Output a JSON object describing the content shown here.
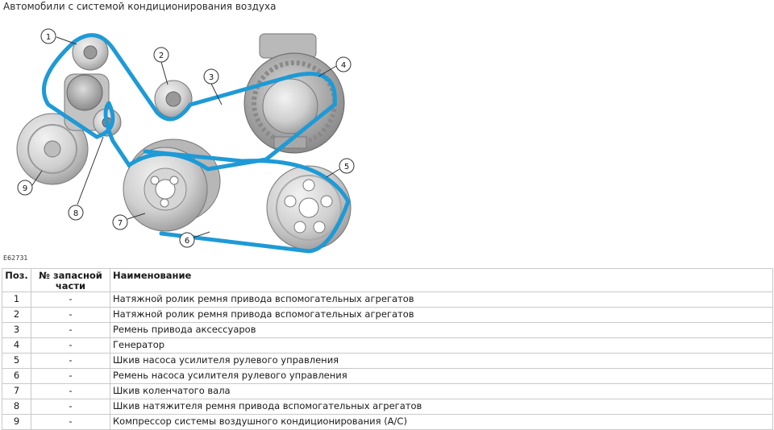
{
  "page_title": "Автомобили с системой кондиционирования воздуха",
  "figure_id": "E62731",
  "callouts": [
    "1",
    "2",
    "3",
    "4",
    "5",
    "6",
    "7",
    "8",
    "9"
  ],
  "belt_color": "#1e9ad6",
  "table": {
    "headers": {
      "pos": "Поз.",
      "part": "№ запасной части",
      "name": "Наименование"
    },
    "rows": [
      {
        "pos": "1",
        "part": "-",
        "name": "Натяжной ролик ремня привода вспомогательных агрегатов"
      },
      {
        "pos": "2",
        "part": "-",
        "name": "Натяжной ролик ремня привода вспомогательных агрегатов"
      },
      {
        "pos": "3",
        "part": "-",
        "name": "Ремень привода аксессуаров"
      },
      {
        "pos": "4",
        "part": "-",
        "name": "Генератор"
      },
      {
        "pos": "5",
        "part": "-",
        "name": "Шкив насоса усилителя рулевого управления"
      },
      {
        "pos": "6",
        "part": "-",
        "name": "Ремень насоса усилителя рулевого управления"
      },
      {
        "pos": "7",
        "part": "-",
        "name": "Шкив коленчатого вала"
      },
      {
        "pos": "8",
        "part": "-",
        "name": "Шкив натяжителя ремня привода вспомогательных агрегатов"
      },
      {
        "pos": "9",
        "part": "-",
        "name": "Компрессор системы воздушного кондиционирования (A/C)"
      }
    ]
  }
}
